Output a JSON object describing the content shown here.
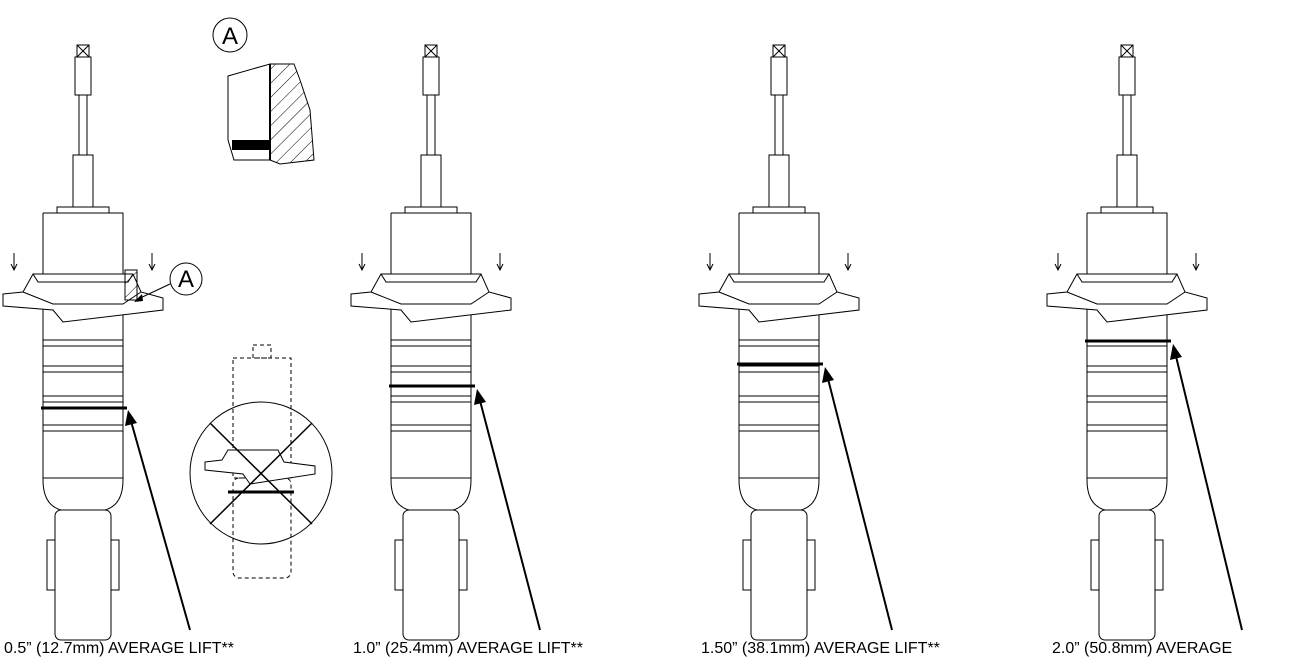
{
  "detail_label": "A",
  "captions": [
    "0.5” (12.7mm) AVERAGE LIFT**",
    "1.0” (25.4mm) AVERAGE LIFT**",
    "1.50” (38.1mm) AVERAGE LIFT**",
    "2.0” (50.8mm) AVERAGE"
  ],
  "colors": {
    "line": "#000000",
    "background": "#ffffff"
  }
}
